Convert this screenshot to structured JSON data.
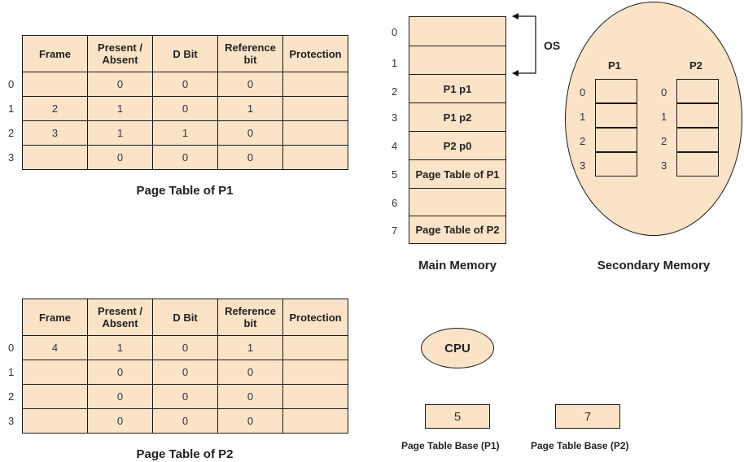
{
  "page_table_p1": {
    "caption": "Page Table of P1",
    "headers": [
      "Frame",
      "Present / Absent",
      "D Bit",
      "Reference bit",
      "Protection"
    ],
    "rows": [
      {
        "index": "0",
        "frame": "",
        "present": "0",
        "dbit": "0",
        "ref": "0",
        "protection": ""
      },
      {
        "index": "1",
        "frame": "2",
        "present": "1",
        "dbit": "0",
        "ref": "1",
        "protection": ""
      },
      {
        "index": "2",
        "frame": "3",
        "present": "1",
        "dbit": "1",
        "ref": "0",
        "protection": ""
      },
      {
        "index": "3",
        "frame": "",
        "present": "0",
        "dbit": "0",
        "ref": "0",
        "protection": ""
      }
    ]
  },
  "page_table_p2": {
    "caption": "Page Table of P2",
    "headers": [
      "Frame",
      "Present / Absent",
      "D Bit",
      "Reference bit",
      "Protection"
    ],
    "rows": [
      {
        "index": "0",
        "frame": "4",
        "present": "1",
        "dbit": "0",
        "ref": "1",
        "protection": ""
      },
      {
        "index": "1",
        "frame": "",
        "present": "0",
        "dbit": "0",
        "ref": "0",
        "protection": ""
      },
      {
        "index": "2",
        "frame": "",
        "present": "0",
        "dbit": "0",
        "ref": "0",
        "protection": ""
      },
      {
        "index": "3",
        "frame": "",
        "present": "0",
        "dbit": "0",
        "ref": "0",
        "protection": ""
      }
    ]
  },
  "main_memory": {
    "caption": "Main Memory",
    "os_label": "OS",
    "frames": [
      {
        "index": "0",
        "content": ""
      },
      {
        "index": "1",
        "content": ""
      },
      {
        "index": "2",
        "content": "P1 p1"
      },
      {
        "index": "3",
        "content": "P1 p2"
      },
      {
        "index": "4",
        "content": "P2 p0"
      },
      {
        "index": "5",
        "content": "Page Table of P1"
      },
      {
        "index": "6",
        "content": ""
      },
      {
        "index": "7",
        "content": "Page Table of P2"
      }
    ]
  },
  "secondary_memory": {
    "caption": "Secondary Memory",
    "p1": {
      "label": "P1",
      "indices": [
        "0",
        "1",
        "2",
        "3"
      ]
    },
    "p2": {
      "label": "P2",
      "indices": [
        "0",
        "1",
        "2",
        "3"
      ]
    }
  },
  "cpu": {
    "label": "CPU"
  },
  "page_table_base": {
    "p1": {
      "value": "5",
      "label": "Page Table Base (P1)"
    },
    "p2": {
      "value": "7",
      "label": "Page Table Base (P2)"
    }
  },
  "colors": {
    "fill": "#fbe3c8",
    "stroke": "#1a1a1a"
  }
}
